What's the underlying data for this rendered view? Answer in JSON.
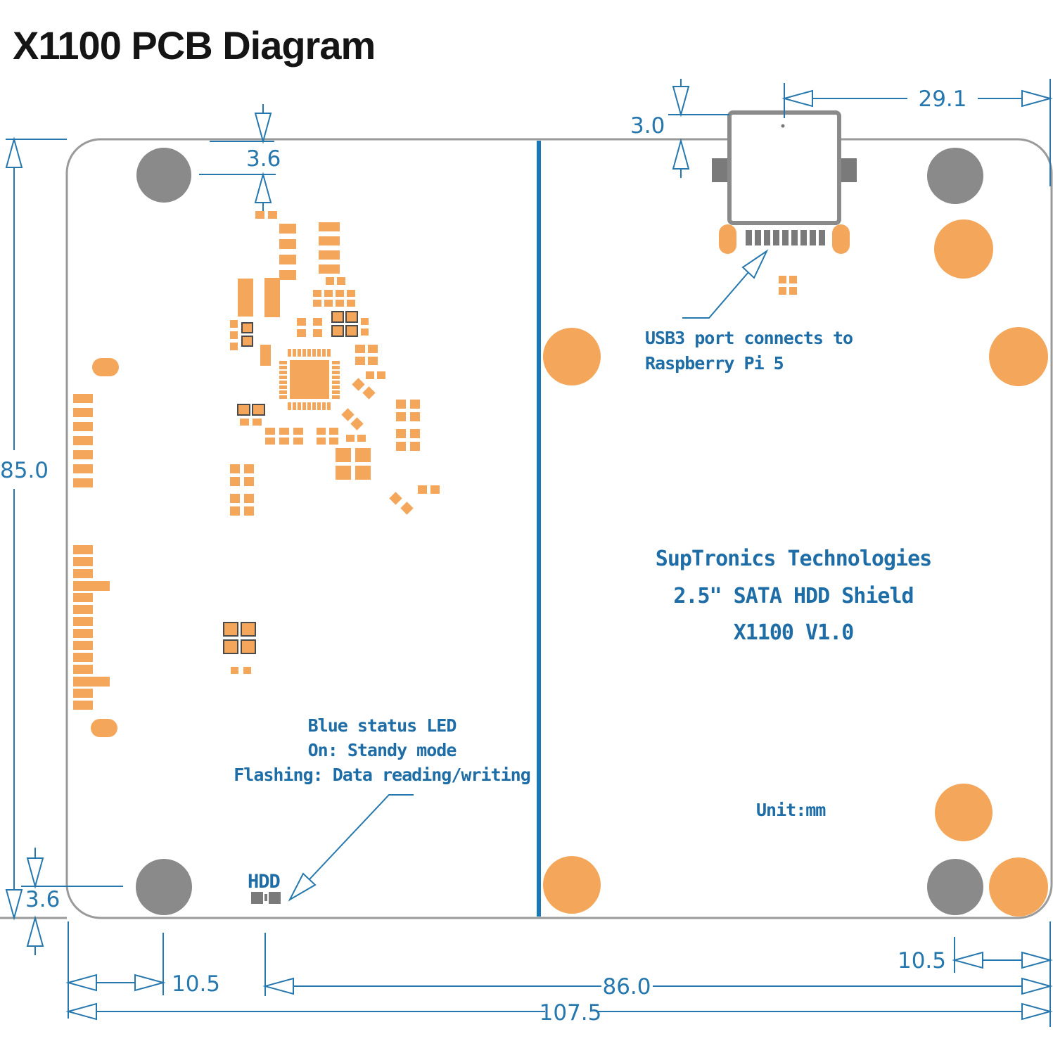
{
  "title": "X1100 PCB Diagram",
  "colors": {
    "dim_blue": "#2577ad",
    "silk_blue": "#1e6da6",
    "divider_blue": "#1878b8",
    "pad_orange": "#f4a65a",
    "hole_gray": "#8a8a8a",
    "outline_gray": "#9a9a9a",
    "pin_gray": "#7a7a7a",
    "title_black": "#151515"
  },
  "dims": {
    "usb_offset_x": "29.1",
    "usb_overhang": "3.0",
    "hole_top_offset": "3.6",
    "board_height": "85.0",
    "hole_bottom_offset": "3.6",
    "hole_left_offset": "10.5",
    "divider_to_right": "86.0",
    "board_width": "107.5",
    "hole_right_offset": "10.5"
  },
  "annotations": {
    "usb3": {
      "line1": "USB3 port connects to",
      "line2": "Raspberry Pi 5"
    },
    "status_led": {
      "line1": "Blue status LED",
      "line2": "On: Standy mode",
      "line3": "Flashing: Data reading/writing"
    },
    "hdd_label": "HDD",
    "silkscreen": {
      "line1": "SupTronics Technologies",
      "line2": "2.5\" SATA HDD Shield",
      "line3": "X1100 V1.0"
    },
    "unit": "Unit:mm"
  },
  "pcb": {
    "circles": [
      [
        "g",
        233,
        249,
        39
      ],
      [
        "g",
        1358,
        250,
        40
      ],
      [
        "g",
        233,
        1261,
        40
      ],
      [
        "g",
        1358,
        1261,
        40
      ],
      [
        "o",
        1370,
        354,
        42
      ],
      [
        "o",
        1448,
        507,
        42
      ],
      [
        "o",
        813,
        507,
        41
      ],
      [
        "o",
        813,
        1258,
        41
      ],
      [
        "o",
        1370,
        1155,
        41
      ],
      [
        "o",
        1448,
        1261,
        42
      ]
    ],
    "pads": [
      [
        131,
        509,
        38,
        26,
        "ov"
      ],
      [
        129,
        1022,
        38,
        26,
        "ov"
      ],
      [
        104,
        560,
        28,
        13
      ],
      [
        104,
        580,
        28,
        13
      ],
      [
        104,
        600,
        28,
        13
      ],
      [
        104,
        620,
        28,
        13
      ],
      [
        104,
        640,
        28,
        13
      ],
      [
        104,
        660,
        28,
        13
      ],
      [
        104,
        680,
        28,
        13
      ],
      [
        104,
        775,
        28,
        13
      ],
      [
        104,
        792,
        28,
        13
      ],
      [
        104,
        809,
        28,
        13
      ],
      [
        104,
        826,
        52,
        14
      ],
      [
        104,
        843,
        28,
        13
      ],
      [
        104,
        860,
        28,
        13
      ],
      [
        104,
        877,
        28,
        13
      ],
      [
        104,
        894,
        28,
        13
      ],
      [
        104,
        911,
        28,
        13
      ],
      [
        104,
        928,
        28,
        13
      ],
      [
        104,
        945,
        28,
        13
      ],
      [
        104,
        962,
        52,
        14
      ],
      [
        104,
        979,
        28,
        13
      ],
      [
        104,
        996,
        28,
        13
      ],
      [
        363,
        300,
        13,
        11
      ],
      [
        381,
        300,
        13,
        11
      ],
      [
        397,
        318,
        24,
        14
      ],
      [
        397,
        340,
        24,
        14
      ],
      [
        397,
        362,
        24,
        14
      ],
      [
        397,
        384,
        24,
        14
      ],
      [
        453,
        316,
        30,
        13
      ],
      [
        453,
        336,
        30,
        13
      ],
      [
        453,
        356,
        30,
        13
      ],
      [
        453,
        376,
        30,
        13
      ],
      [
        463,
        394,
        12,
        11
      ],
      [
        479,
        394,
        12,
        11
      ],
      [
        445,
        412,
        12,
        10
      ],
      [
        461,
        412,
        12,
        10
      ],
      [
        477,
        412,
        12,
        10
      ],
      [
        493,
        412,
        12,
        10
      ],
      [
        445,
        426,
        12,
        10
      ],
      [
        461,
        426,
        12,
        10
      ],
      [
        477,
        426,
        12,
        10
      ],
      [
        493,
        426,
        12,
        10
      ],
      [
        338,
        396,
        22,
        54
      ],
      [
        376,
        395,
        22,
        56
      ],
      [
        327,
        455,
        11,
        11
      ],
      [
        327,
        471,
        11,
        11
      ],
      [
        327,
        487,
        11,
        11
      ],
      [
        344,
        459,
        15,
        14,
        "b"
      ],
      [
        344,
        478,
        15,
        14,
        "b"
      ],
      [
        370,
        490,
        15,
        30
      ],
      [
        422,
        452,
        13,
        11
      ],
      [
        422,
        468,
        13,
        11
      ],
      [
        445,
        452,
        13,
        11
      ],
      [
        445,
        468,
        13,
        11
      ],
      [
        472,
        443,
        16,
        15,
        "b"
      ],
      [
        492,
        443,
        16,
        15,
        "b"
      ],
      [
        472,
        463,
        16,
        15,
        "b"
      ],
      [
        492,
        463,
        16,
        15,
        "b"
      ],
      [
        513,
        452,
        11,
        10
      ],
      [
        513,
        467,
        11,
        10
      ],
      [
        505,
        490,
        14,
        12
      ],
      [
        523,
        490,
        14,
        12
      ],
      [
        505,
        507,
        14,
        12
      ],
      [
        523,
        507,
        14,
        12
      ],
      [
        520,
        528,
        12,
        11
      ],
      [
        536,
        528,
        12,
        11
      ],
      [
        503,
        540,
        13,
        13,
        "r"
      ],
      [
        518,
        552,
        13,
        13,
        "r"
      ],
      [
        412,
        512,
        56,
        55
      ],
      [
        409,
        496,
        5,
        11
      ],
      [
        416,
        496,
        5,
        11
      ],
      [
        423,
        496,
        5,
        11
      ],
      [
        430,
        496,
        5,
        11
      ],
      [
        437,
        496,
        5,
        11
      ],
      [
        444,
        496,
        5,
        11
      ],
      [
        451,
        496,
        5,
        11
      ],
      [
        458,
        496,
        5,
        11
      ],
      [
        465,
        496,
        5,
        11
      ],
      [
        409,
        572,
        5,
        11
      ],
      [
        416,
        572,
        5,
        11
      ],
      [
        423,
        572,
        5,
        11
      ],
      [
        430,
        572,
        5,
        11
      ],
      [
        437,
        572,
        5,
        11
      ],
      [
        444,
        572,
        5,
        11
      ],
      [
        451,
        572,
        5,
        11
      ],
      [
        458,
        572,
        5,
        11
      ],
      [
        465,
        572,
        5,
        11
      ],
      [
        397,
        513,
        11,
        5
      ],
      [
        397,
        520,
        11,
        5
      ],
      [
        397,
        527,
        11,
        5
      ],
      [
        397,
        534,
        11,
        5
      ],
      [
        397,
        541,
        11,
        5
      ],
      [
        397,
        548,
        11,
        5
      ],
      [
        397,
        555,
        11,
        5
      ],
      [
        397,
        562,
        11,
        5
      ],
      [
        472,
        513,
        11,
        5
      ],
      [
        472,
        520,
        11,
        5
      ],
      [
        472,
        527,
        11,
        5
      ],
      [
        472,
        534,
        11,
        5
      ],
      [
        472,
        541,
        11,
        5
      ],
      [
        472,
        548,
        11,
        5
      ],
      [
        472,
        555,
        11,
        5
      ],
      [
        472,
        562,
        11,
        5
      ],
      [
        488,
        583,
        13,
        13,
        "r"
      ],
      [
        501,
        596,
        13,
        13,
        "r"
      ],
      [
        338,
        575,
        17,
        15,
        "b"
      ],
      [
        359,
        575,
        17,
        15,
        "b"
      ],
      [
        341,
        595,
        13,
        10
      ],
      [
        359,
        595,
        13,
        10
      ],
      [
        377,
        608,
        14,
        10
      ],
      [
        397,
        608,
        14,
        10
      ],
      [
        417,
        608,
        14,
        10
      ],
      [
        377,
        622,
        14,
        10
      ],
      [
        397,
        622,
        14,
        10
      ],
      [
        417,
        622,
        14,
        10
      ],
      [
        450,
        608,
        13,
        10
      ],
      [
        468,
        608,
        13,
        10
      ],
      [
        450,
        622,
        13,
        10
      ],
      [
        468,
        622,
        13,
        10
      ],
      [
        492,
        618,
        12,
        10
      ],
      [
        508,
        618,
        12,
        10
      ],
      [
        477,
        637,
        22,
        20
      ],
      [
        505,
        637,
        22,
        20
      ],
      [
        477,
        662,
        22,
        20
      ],
      [
        505,
        662,
        22,
        20
      ],
      [
        563,
        568,
        14,
        13
      ],
      [
        583,
        568,
        14,
        13
      ],
      [
        563,
        586,
        14,
        13
      ],
      [
        583,
        586,
        14,
        13
      ],
      [
        563,
        610,
        14,
        13
      ],
      [
        583,
        610,
        14,
        13
      ],
      [
        563,
        628,
        14,
        13
      ],
      [
        583,
        628,
        14,
        13
      ],
      [
        594,
        690,
        13,
        12
      ],
      [
        612,
        690,
        13,
        12
      ],
      [
        556,
        702,
        13,
        13,
        "r"
      ],
      [
        572,
        716,
        13,
        13,
        "r"
      ],
      [
        327,
        660,
        14,
        13
      ],
      [
        347,
        660,
        14,
        13
      ],
      [
        327,
        678,
        14,
        13
      ],
      [
        347,
        678,
        14,
        13
      ],
      [
        327,
        702,
        14,
        13
      ],
      [
        347,
        702,
        14,
        13
      ],
      [
        327,
        720,
        14,
        13
      ],
      [
        347,
        720,
        14,
        13
      ],
      [
        318,
        885,
        20,
        19,
        "b"
      ],
      [
        343,
        885,
        20,
        19,
        "b"
      ],
      [
        318,
        910,
        20,
        19,
        "b"
      ],
      [
        343,
        910,
        20,
        19,
        "b"
      ],
      [
        328,
        948,
        11,
        10
      ],
      [
        346,
        948,
        11,
        10
      ],
      [
        1107,
        392,
        11,
        11
      ],
      [
        1122,
        392,
        11,
        11
      ],
      [
        1107,
        408,
        11,
        11
      ],
      [
        1122,
        408,
        11,
        11
      ],
      [
        1022,
        319,
        25,
        42,
        "ov"
      ],
      [
        1183,
        319,
        25,
        42,
        "ov"
      ],
      [
        1012,
        225,
        25,
        34,
        "g"
      ],
      [
        1193,
        225,
        25,
        34,
        "g"
      ],
      [
        1060,
        327,
        9,
        22,
        "g"
      ],
      [
        1073,
        327,
        9,
        22,
        "g"
      ],
      [
        1086,
        327,
        9,
        22,
        "g"
      ],
      [
        1099,
        327,
        9,
        22,
        "g"
      ],
      [
        1112,
        327,
        9,
        22,
        "g"
      ],
      [
        1125,
        327,
        9,
        22,
        "g"
      ],
      [
        1138,
        327,
        9,
        22,
        "g"
      ],
      [
        1151,
        327,
        9,
        22,
        "g"
      ],
      [
        1164,
        327,
        9,
        22,
        "g"
      ],
      [
        357,
        1268,
        17,
        17,
        "g"
      ],
      [
        382,
        1268,
        17,
        17,
        "g"
      ],
      [
        376,
        1271,
        4,
        10,
        "g"
      ]
    ]
  }
}
